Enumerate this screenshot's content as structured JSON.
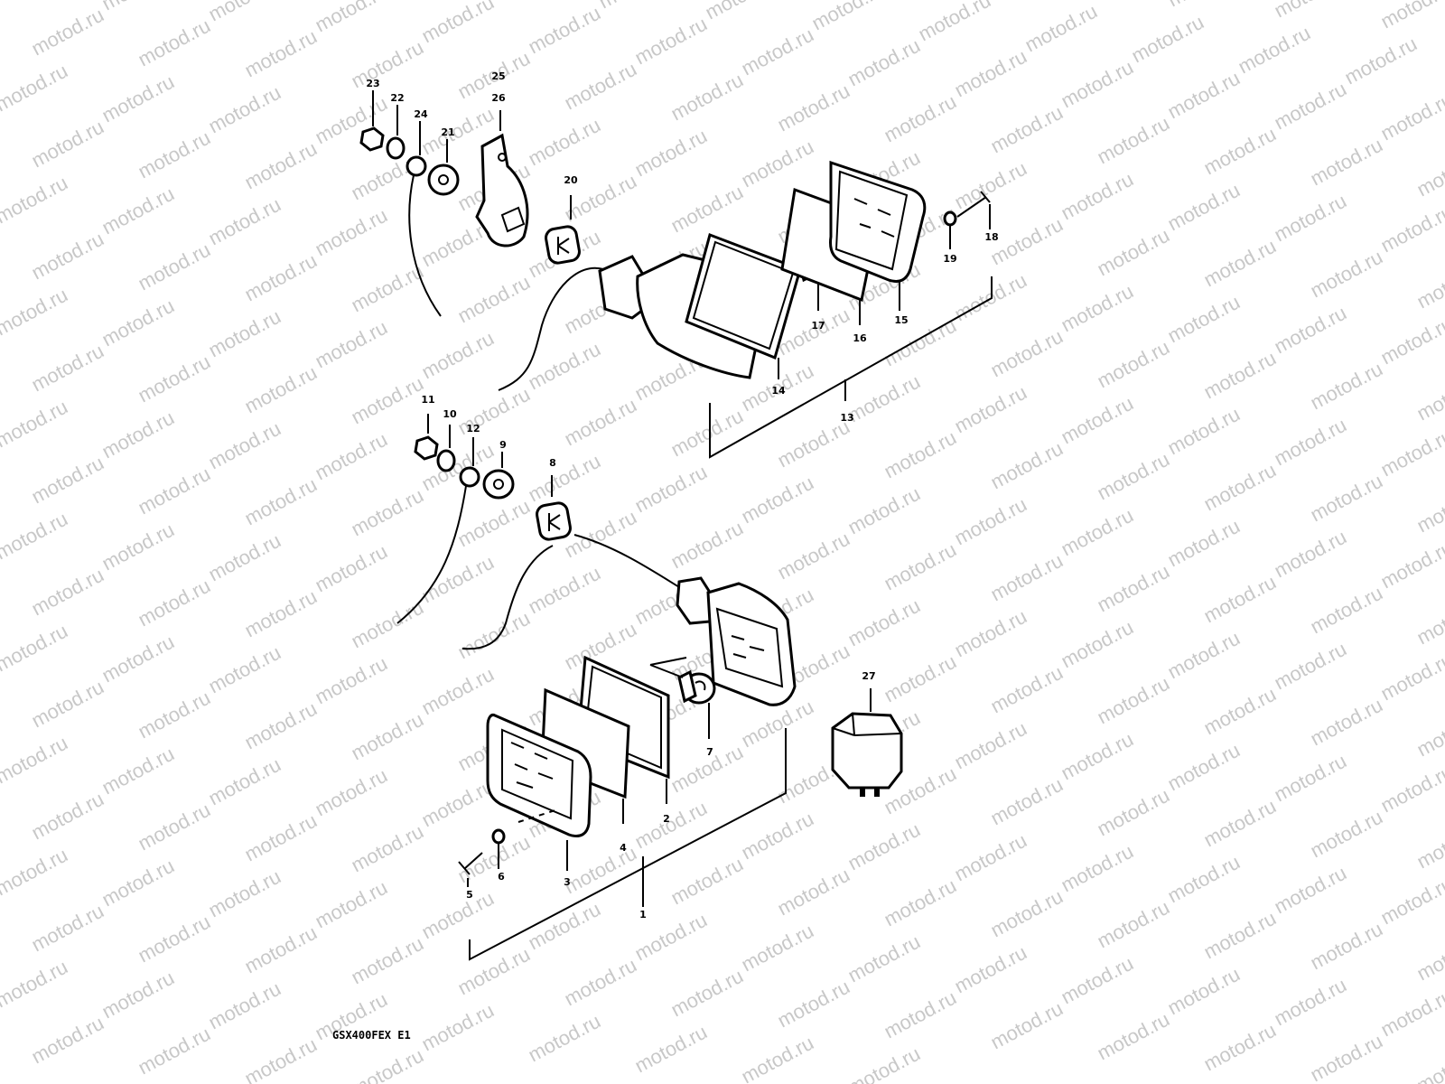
{
  "watermark": "motod.ru",
  "diagram_code": "GSX400FEX E1",
  "callouts": {
    "c1": "1",
    "c2": "2",
    "c3": "3",
    "c4": "4",
    "c5": "5",
    "c6": "6",
    "c7": "7",
    "c8": "8",
    "c9": "9",
    "c10": "10",
    "c11": "11",
    "c12": "12",
    "c13": "13",
    "c14": "14",
    "c15": "15",
    "c16": "16",
    "c17": "17",
    "c18": "18",
    "c19": "19",
    "c20": "20",
    "c21": "21",
    "c22": "22",
    "c23": "23",
    "c24": "24",
    "c25": "25",
    "c26": "26",
    "c27": "27"
  }
}
